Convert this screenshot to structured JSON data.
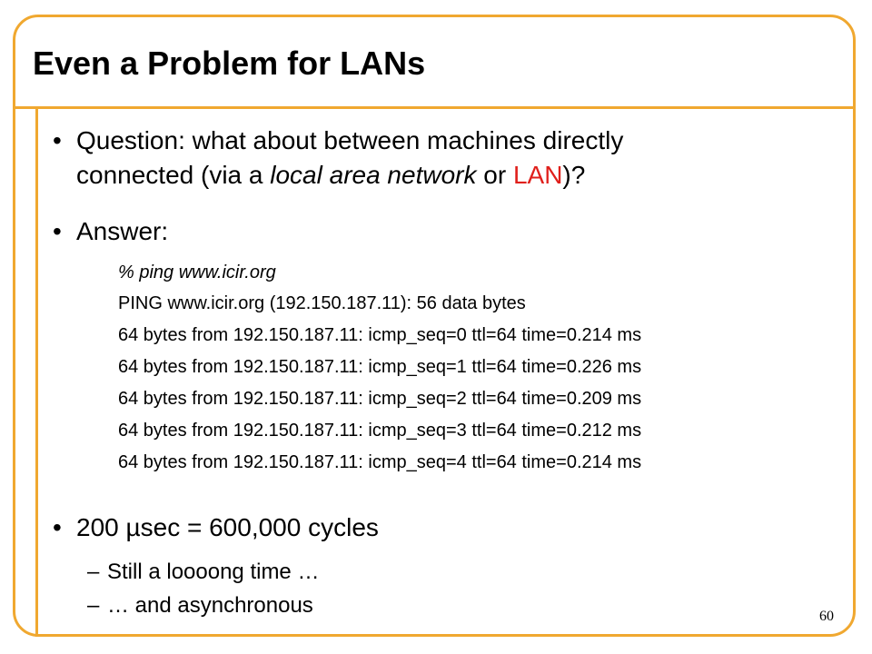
{
  "slide": {
    "title": "Even a Problem for LANs",
    "page_number": "60",
    "accent_color": "#f0a830",
    "highlight_color": "#e0201c"
  },
  "bullets": {
    "bullet_glyph": "•",
    "question": {
      "lead": "Question: what about between machines directly",
      "cont_pre": "connected (via a ",
      "cont_italic": "local area network",
      "cont_mid": " or ",
      "cont_red": "LAN",
      "cont_post": ")?"
    },
    "answer": "Answer:",
    "ping_output": {
      "command": "% ping www.icir.org",
      "lines": [
        "PING www.icir.org (192.150.187.11): 56 data bytes",
        "64 bytes from 192.150.187.11: icmp_seq=0 ttl=64 time=0.214 ms",
        "64 bytes from 192.150.187.11: icmp_seq=1 ttl=64 time=0.226 ms",
        "64 bytes from 192.150.187.11: icmp_seq=2 ttl=64 time=0.209 ms",
        "64 bytes from 192.150.187.11: icmp_seq=3 ttl=64 time=0.212 ms",
        "64 bytes from 192.150.187.11: icmp_seq=4 ttl=64 time=0.214 ms"
      ]
    },
    "cycles": "200 µsec = 600,000 cycles",
    "sub_dash": "–",
    "sub_items": [
      "Still a loooong time …",
      "… and asynchronous"
    ]
  }
}
